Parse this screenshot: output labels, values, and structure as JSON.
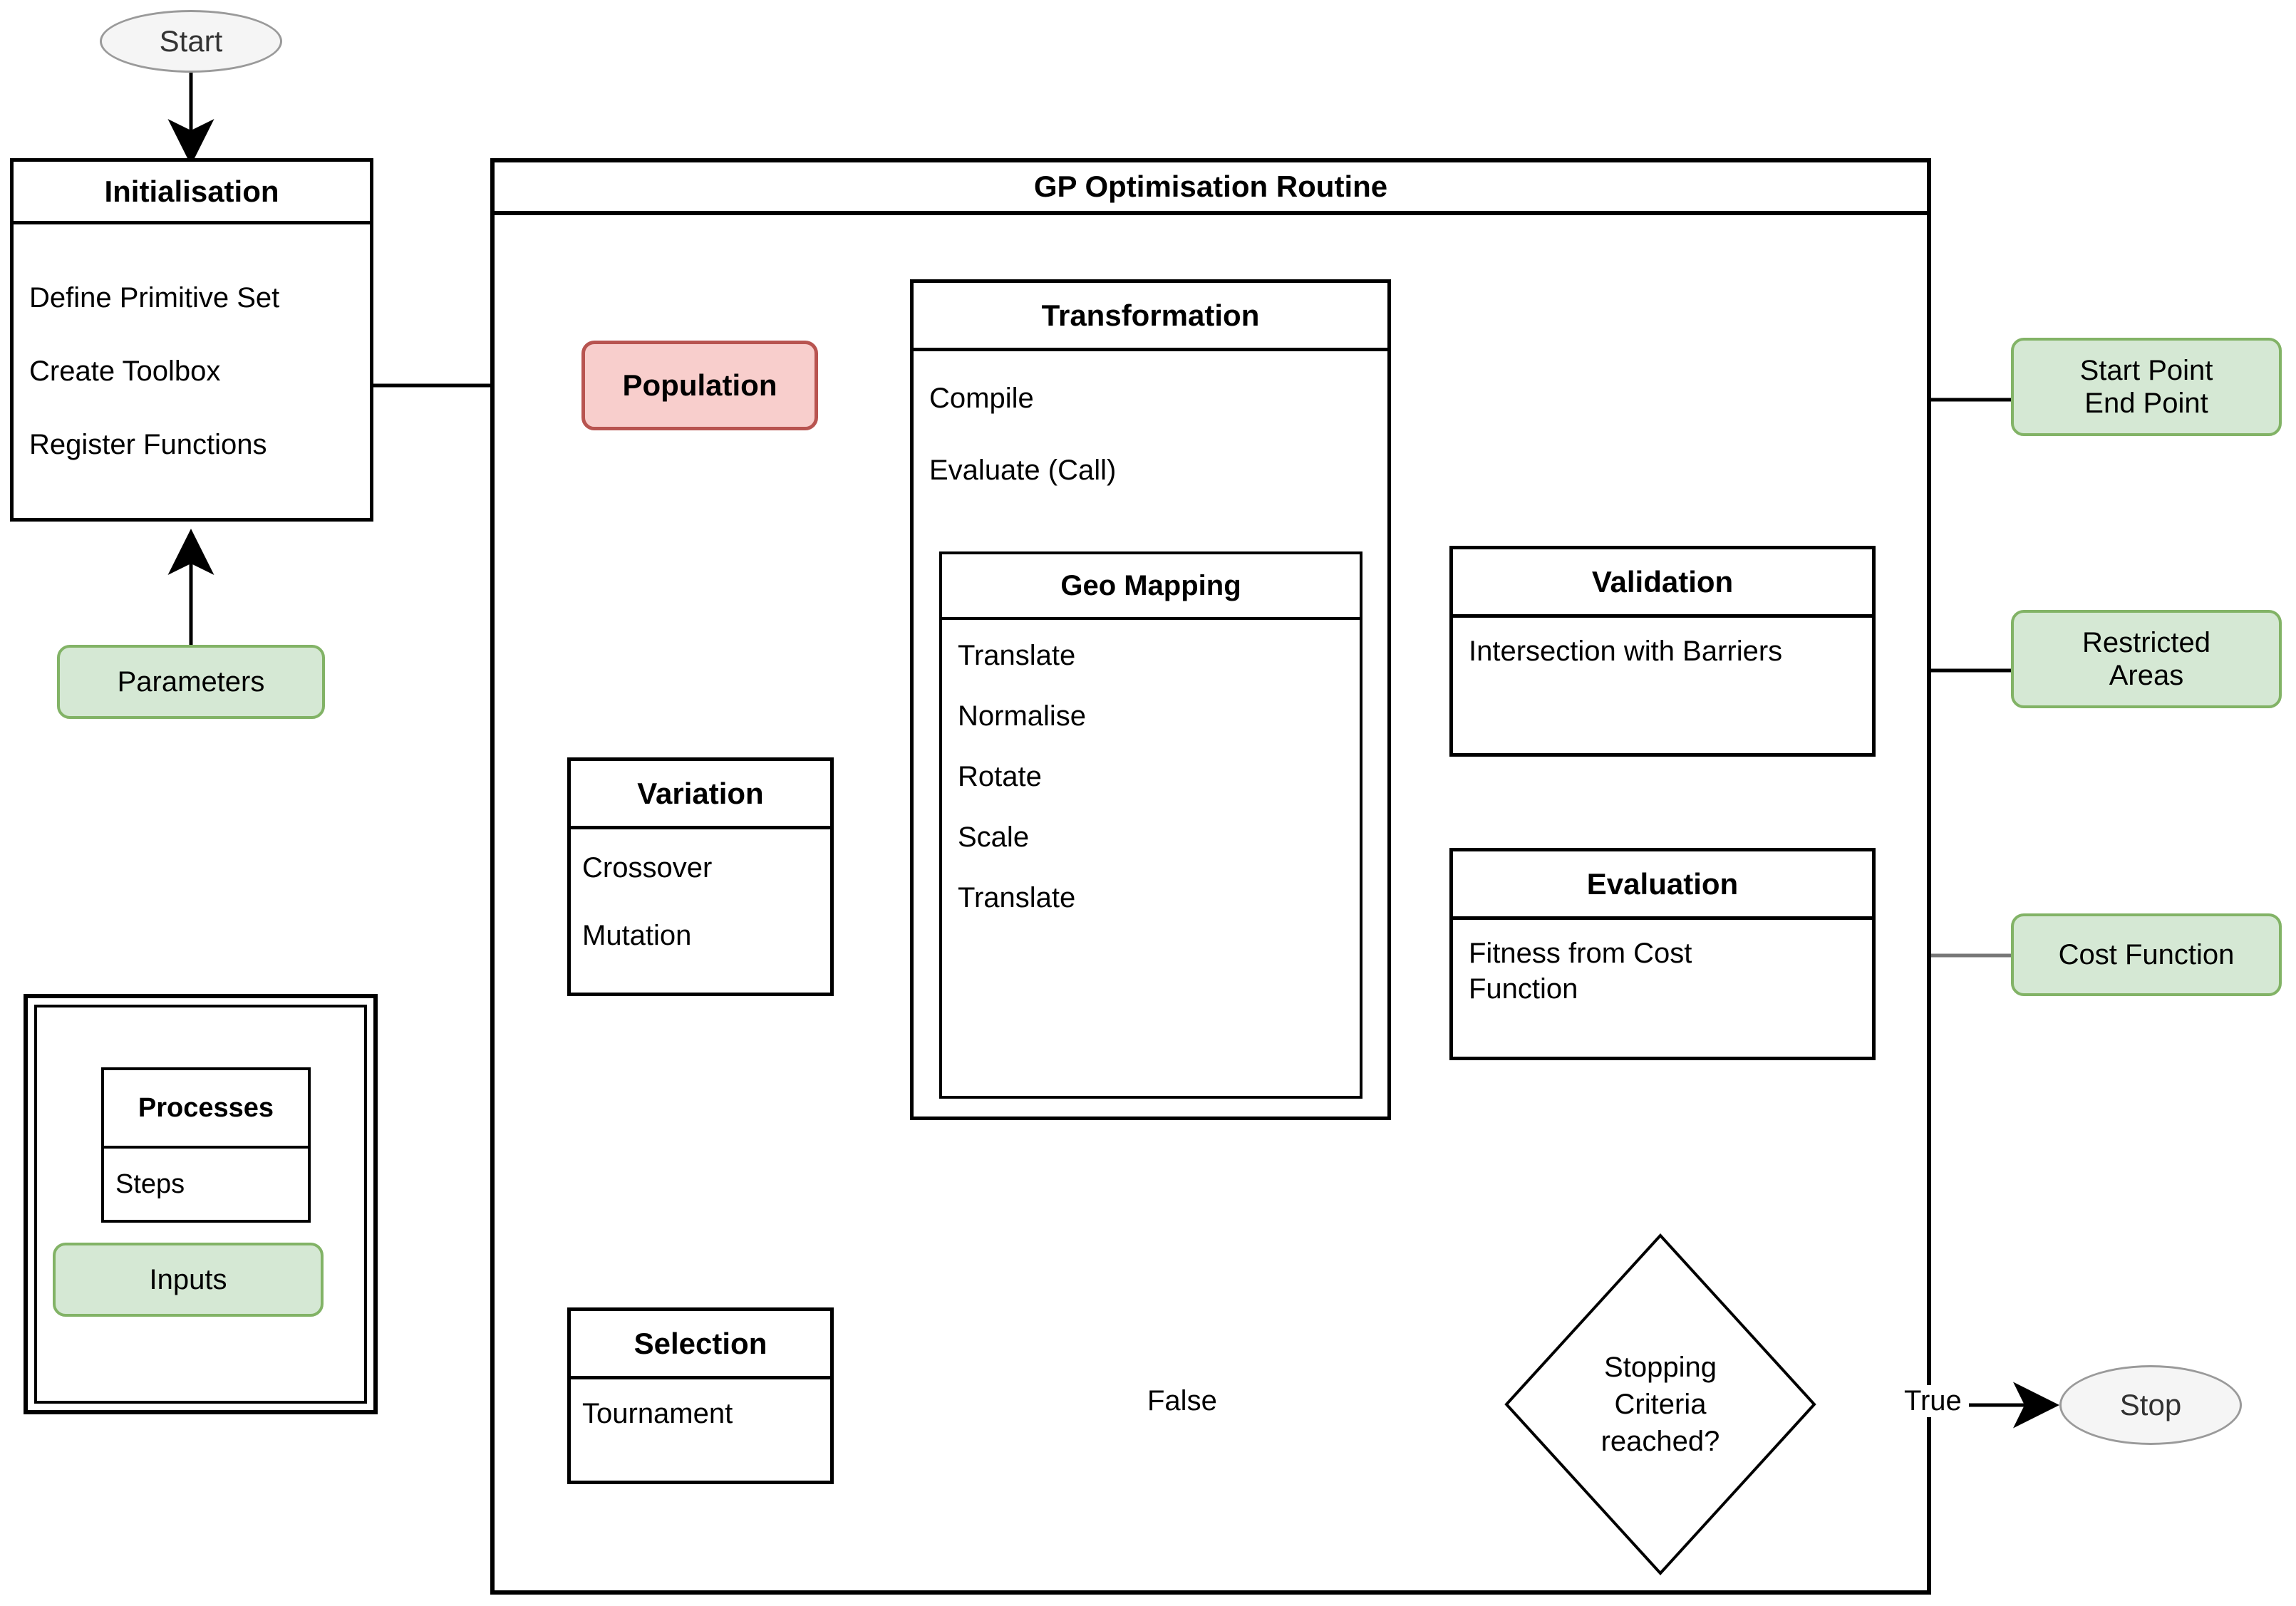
{
  "diagram": {
    "title": "GP Optimisation Routine flowchart",
    "colors": {
      "process_fill": "#ffffff",
      "process_stroke": "#000000",
      "input_fill": "#d5e8d4",
      "input_stroke": "#82b366",
      "population_fill": "#f8cecc",
      "population_stroke": "#b85450",
      "terminator_fill": "#f5f5f5",
      "terminator_stroke": "#9a9a9a",
      "edge_stroke": "#000000",
      "edge_stroke_grey": "#666666"
    }
  },
  "start_node": {
    "label": "Start"
  },
  "stop_node": {
    "label": "Stop"
  },
  "initialisation": {
    "title": "Initialisation",
    "steps": [
      "Define Primitive Set",
      "Create Toolbox",
      "Register Functions"
    ]
  },
  "parameters_input": {
    "label": "Parameters"
  },
  "legend": {
    "process_title": "Processes",
    "process_step": "Steps",
    "input_label": "Inputs"
  },
  "gp_routine": {
    "title": "GP Optimisation Routine"
  },
  "population": {
    "label": "Population"
  },
  "transformation": {
    "title": "Transformation",
    "steps": [
      "Compile",
      "Evaluate (Call)"
    ]
  },
  "geo_mapping": {
    "title": "Geo Mapping",
    "steps": [
      "Translate",
      "Normalise",
      "Rotate",
      "Scale",
      "Translate"
    ]
  },
  "validation": {
    "title": "Validation",
    "steps": [
      "Intersection with Barriers"
    ]
  },
  "evaluation": {
    "title": "Evaluation",
    "steps": [
      "Fitness from Cost Function"
    ]
  },
  "variation": {
    "title": "Variation",
    "steps": [
      "Crossover",
      "Mutation"
    ]
  },
  "selection": {
    "title": "Selection",
    "steps": [
      "Tournament"
    ]
  },
  "decision": {
    "label_line1": "Stopping",
    "label_line2": "Criteria",
    "label_line3": "reached?"
  },
  "inputs_right": {
    "start_end_point": "Start Point\nEnd Point",
    "start_end_point_line1": "Start Point",
    "start_end_point_line2": "End Point",
    "restricted_areas_line1": "Restricted",
    "restricted_areas_line2": "Areas",
    "cost_function": "Cost Function"
  },
  "edge_labels": {
    "false": "False",
    "true": "True"
  }
}
